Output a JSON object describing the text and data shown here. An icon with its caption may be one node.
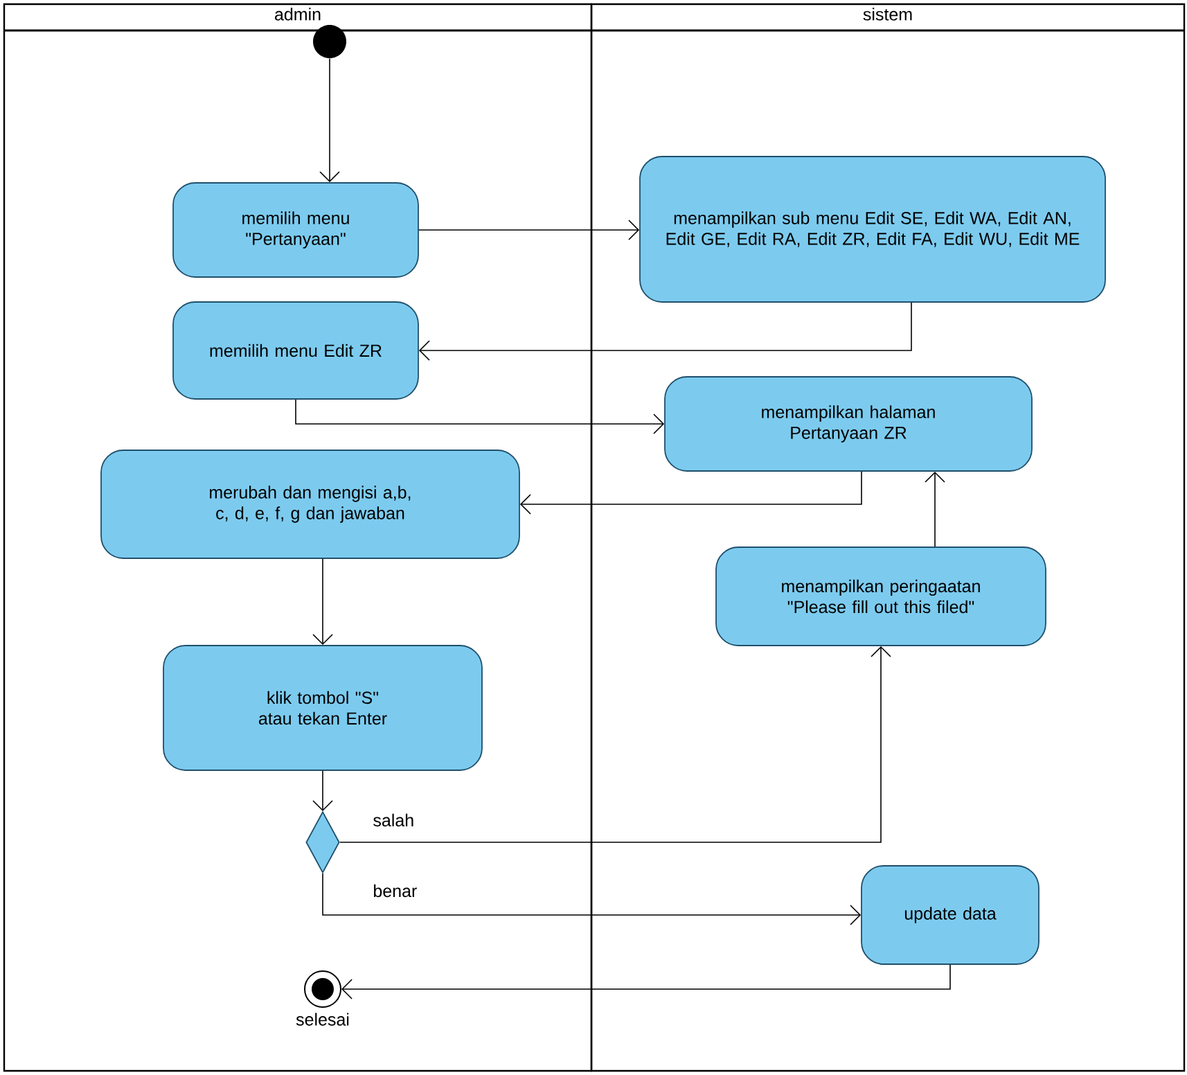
{
  "diagram": {
    "nodes": [
      {
        "text": [
          "admin"
        ]
      },
      {
        "text": [
          "sistem"
        ]
      },
      {
        "text": [],
        "shape": "circle",
        "in": 0
      },
      {
        "text": [
          "memilih menu \"Pertanyaan\""
        ],
        "in": 0
      },
      {
        "text": [
          "menampilkan sub menu Edit SE, Edit WA, Edit AN, Edit GE, Edit RA, Edit ZR, Edit FA, Edit WU, Edit ME"
        ],
        "in": 1
      },
      {
        "text": [
          "memilih menu Edit ZR"
        ],
        "in": 0
      },
      {
        "text": [
          "menampilkan halaman Pertanyaan ZR"
        ],
        "in": 1
      },
      {
        "text": [
          "merubah dan mengisi a,b, c, d, e, f, g dan jawaban"
        ],
        "in": 0
      },
      {
        "text": [
          "menampilkan peringaatan \"Please fill out this filed\""
        ],
        "in": 1
      },
      {
        "text": [
          "klik tombol \"S\" atau tekan Enter"
        ],
        "in": 0
      },
      {
        "text": [],
        "shape": "diamond",
        "in": 0
      },
      {
        "text": [
          "update data"
        ],
        "in": 1
      },
      {
        "text": [],
        "shape": "circle",
        "beside": [
          "selesai"
        ],
        "in": 0
      }
    ],
    "edges": [
      {
        "from": 2,
        "to": 3,
        "arrow": "to"
      },
      {
        "from": 3,
        "to": 4,
        "arrow": "to"
      },
      {
        "from": 4,
        "to": 5,
        "arrow": "to"
      },
      {
        "from": 5,
        "to": 6,
        "arrow": "to"
      },
      {
        "from": 6,
        "to": 7,
        "arrow": "to"
      },
      {
        "from": 7,
        "to": 9,
        "arrow": "to"
      },
      {
        "from": 9,
        "to": 10,
        "arrow": "to"
      },
      {
        "from": 10,
        "to": 8,
        "arrow": "to",
        "label": "salah"
      },
      {
        "from": 10,
        "to": 11,
        "arrow": "to",
        "label": "benar"
      },
      {
        "from": 11,
        "to": 12,
        "arrow": "to"
      },
      {
        "from": 8,
        "to": 6,
        "arrow": "to"
      }
    ]
  }
}
